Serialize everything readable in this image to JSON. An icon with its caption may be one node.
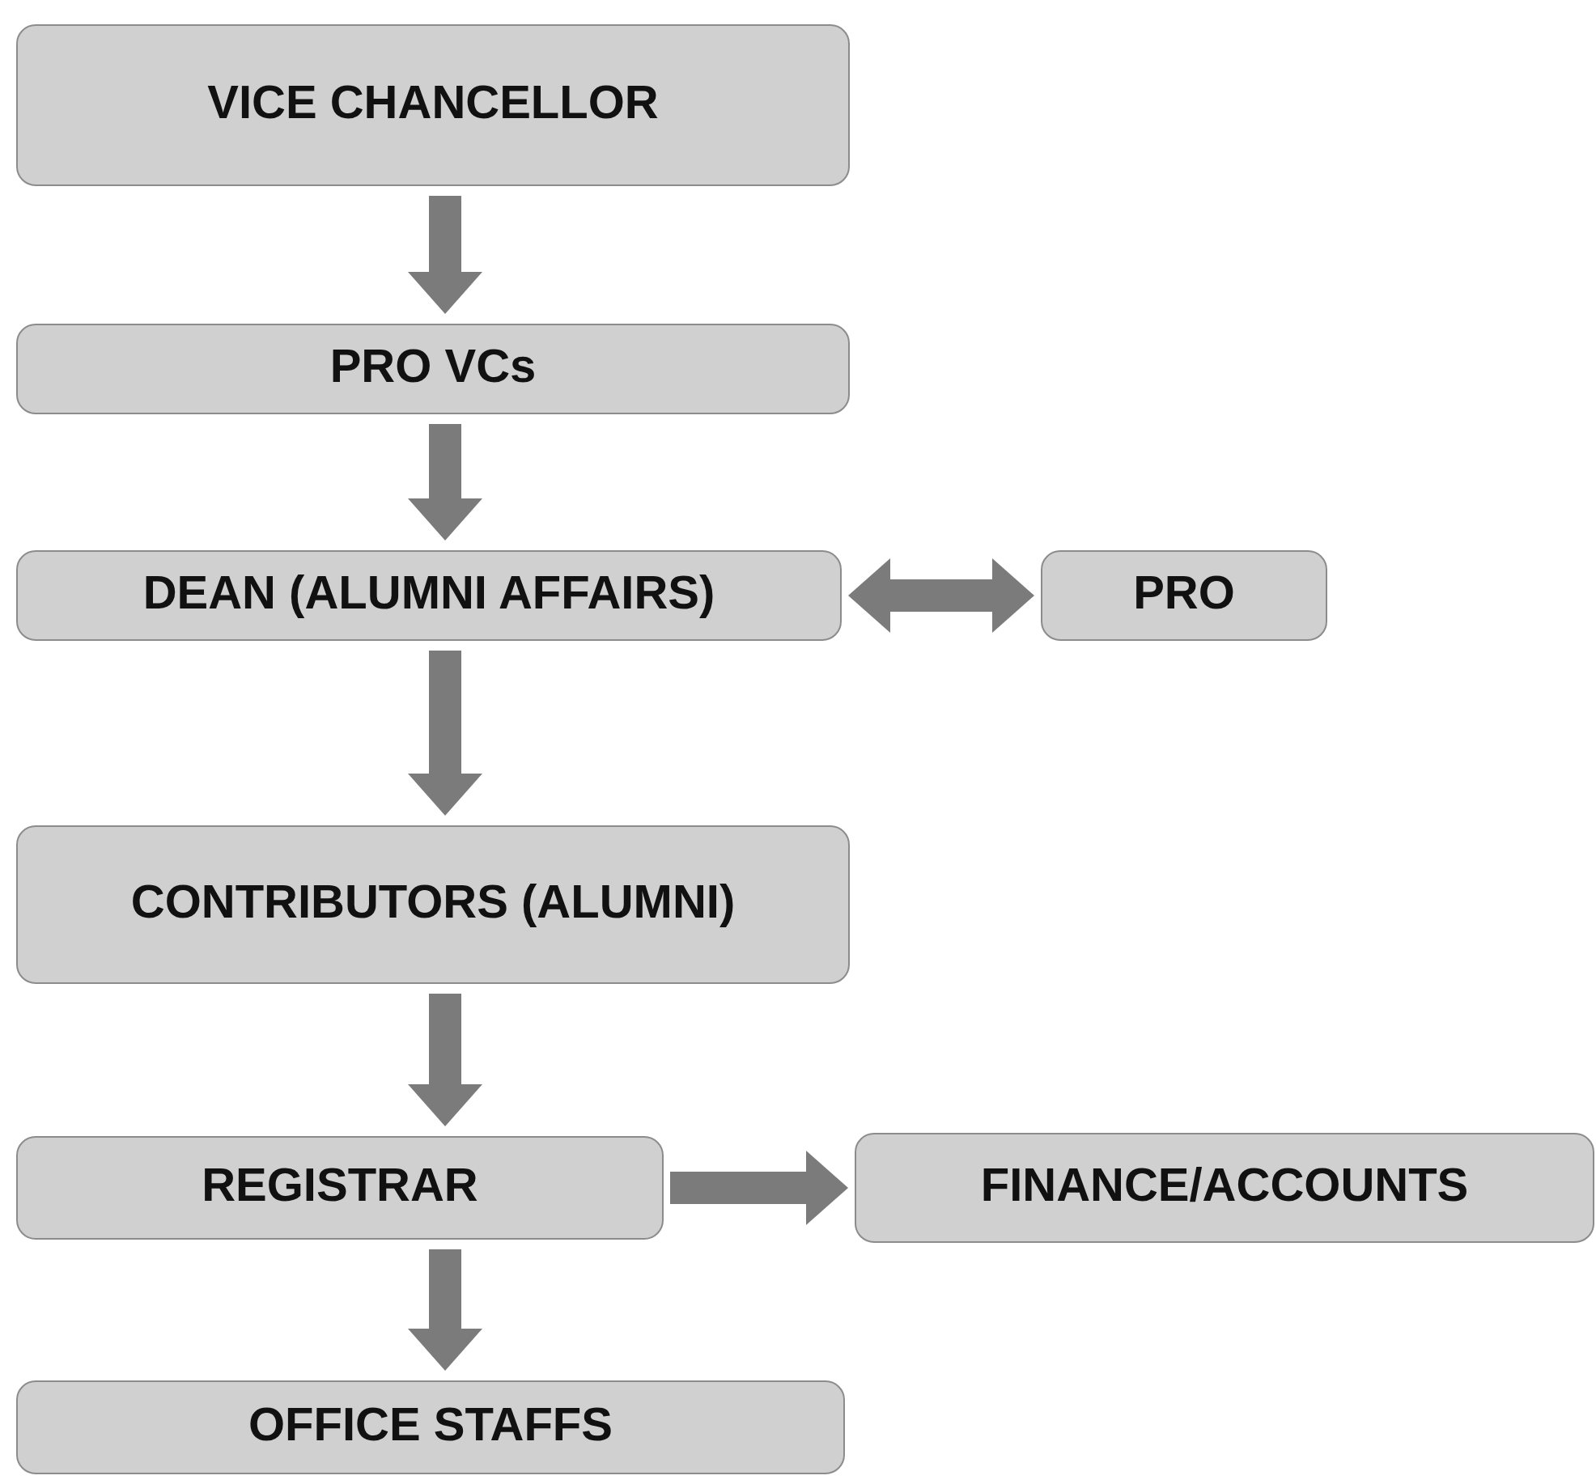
{
  "diagram": {
    "nodes": [
      {
        "text": [
          "VICE CHANCELLOR"
        ]
      },
      {
        "text": [
          "PRO VCs"
        ]
      },
      {
        "text": [
          "DEAN (ALUMNI AFFAIRS)"
        ]
      },
      {
        "text": [
          "PRO"
        ]
      },
      {
        "text": [
          "CONTRIBUTORS (ALUMNI)"
        ]
      },
      {
        "text": [
          "REGISTRAR"
        ]
      },
      {
        "text": [
          "FINANCE/ACCOUNTS"
        ]
      },
      {
        "text": [
          "OFFICE STAFFS"
        ]
      }
    ],
    "edges": [
      {
        "from": 0,
        "to": 1,
        "arrow": "to"
      },
      {
        "from": 1,
        "to": 2,
        "arrow": "to"
      },
      {
        "from": 2,
        "to": 3,
        "arrow": "both"
      },
      {
        "from": 2,
        "to": 4,
        "arrow": "to"
      },
      {
        "from": 4,
        "to": 5,
        "arrow": "to"
      },
      {
        "from": 5,
        "to": 6,
        "arrow": "to"
      },
      {
        "from": 5,
        "to": 7,
        "arrow": "to"
      }
    ]
  }
}
